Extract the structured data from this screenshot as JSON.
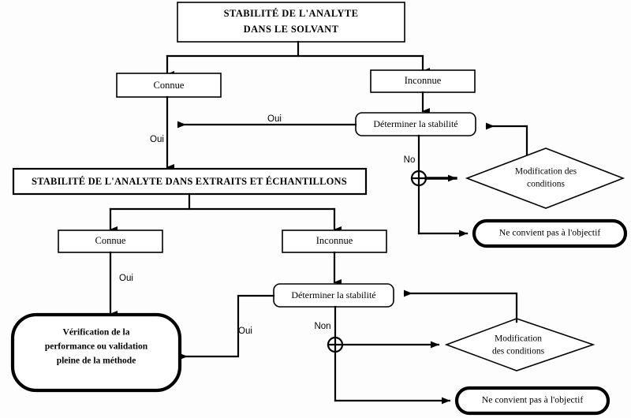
{
  "diagram": {
    "title_top": "STABILITÉ DE L'ANALYTE",
    "title_top_line2": "DANS LE SOLVANT",
    "banner_second": "STABILITÉ DE L'ANALYTE DANS EXTRAITS ET ÉCHANTILLONS",
    "nodes": {
      "connue_top": "Connue",
      "inconnue_top": "Inconnue",
      "determiner_top": "Déterminer la stabilité",
      "modification_top_line1": "Modification des",
      "modification_top_line2": "conditions",
      "ne_convient_top": "Ne convient pas à l'objectif",
      "connue_bottom": "Connue",
      "inconnue_bottom": "Inconnue",
      "determiner_bottom": "Déterminer la stabilité",
      "modification_bottom_line1": "Modification",
      "modification_bottom_line2": "des conditions",
      "ne_convient_bottom": "Ne convient pas à l'objectif",
      "verification_line1": "Vérification de la",
      "verification_line2": "performance ou validation",
      "verification_line3": "pleine de la méthode"
    },
    "edge_labels": {
      "oui_top_horizontal": "Oui",
      "oui_top_vertical": "Oui",
      "non_top": "No",
      "oui_mid_left": "Oui",
      "oui_bottom_left": "Oui",
      "non_bottom": "Non"
    },
    "colors": {
      "stroke": "#000000",
      "background": "#fdfdfd",
      "fill": "#ffffff"
    }
  }
}
